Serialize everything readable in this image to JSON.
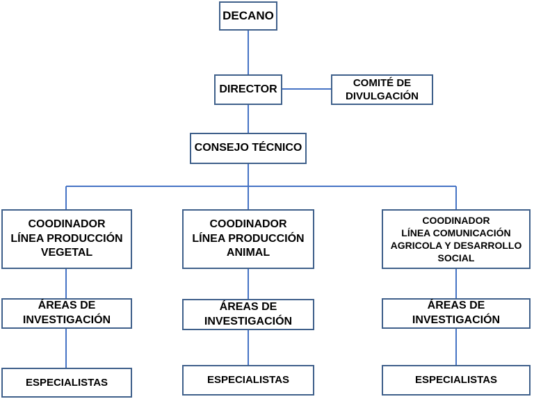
{
  "diagram": {
    "line_color": "#4472c4",
    "border_color": "#3e5f8a",
    "nodes": {
      "decano": "DECANO",
      "director": "DIRECTOR",
      "comite": "COMITÉ DE\nDIVULGACIÓN",
      "consejo": "CONSEJO TÉCNICO",
      "coord_vegetal": "COODINADOR\nLÍNEA PRODUCCIÓN\nVEGETAL",
      "coord_animal": "COODINADOR\nLÍNEA PRODUCCIÓN\nANIMAL",
      "coord_comunicacion": "COODINADOR\nLÍNEA COMUNICACIÓN\nAGRICOLA Y DESARROLLO\nSOCIAL",
      "areas_vegetal": "ÁREAS DE\nINVESTIGACIÓN",
      "areas_animal": "ÁREAS DE\nINVESTIGACIÓN",
      "areas_comunicacion": "ÁREAS DE\nINVESTIGACIÓN",
      "especialistas_vegetal": "ESPECIALISTAS",
      "especialistas_animal": "ESPECIALISTAS",
      "especialistas_comunicacion": "ESPECIALISTAS"
    }
  }
}
